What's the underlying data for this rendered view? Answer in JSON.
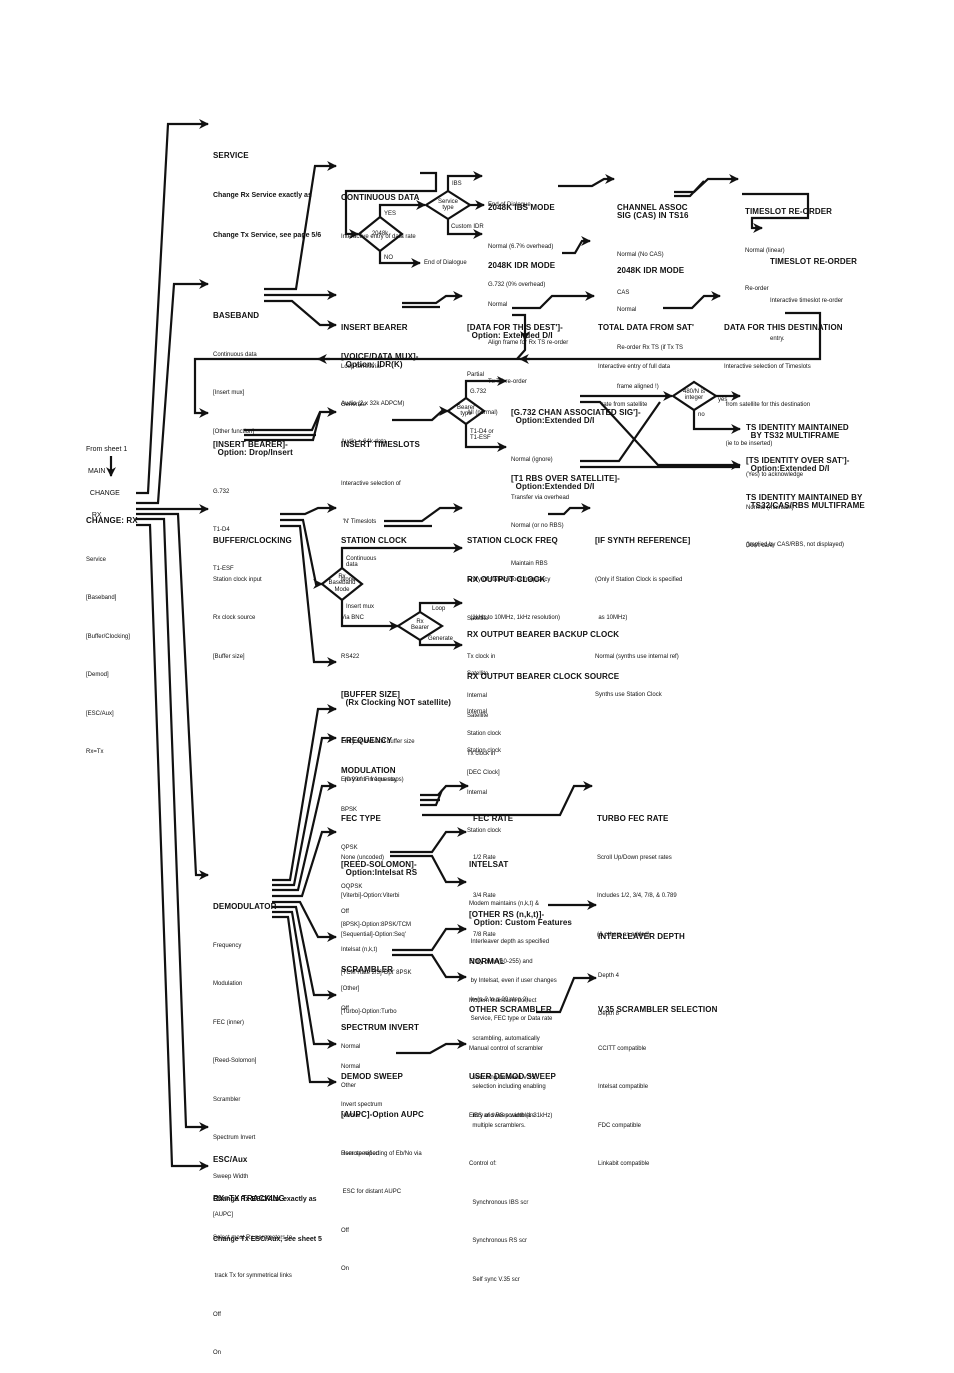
{
  "diagram": {
    "title": "CHANGE: RX menu flow",
    "entry": {
      "from_lines": [
        "From sheet 1",
        " MAIN",
        "  CHANGE",
        "   RX"
      ]
    },
    "nodes": {
      "change_rx": {
        "title": "CHANGE: RX",
        "items": [
          "Service",
          "[Baseband]",
          "[Buffer/Clocking]",
          "[Demod]",
          "[ESC/Aux]",
          "Rx=Tx"
        ]
      },
      "service": {
        "title": "SERVICE",
        "bold_lines": [
          "Change Rx Service exactly as",
          "Change Tx Service, see page 5/6"
        ]
      },
      "continuous_data": {
        "title": "CONTINUOUS DATA",
        "items": [
          "Interactive entry of data rate"
        ]
      },
      "ibs_mode": {
        "title": "2048K IBS MODE",
        "items": [
          "Normal (6.7% overhead)",
          "G.732 (0% overhead)"
        ]
      },
      "cas_ts16": {
        "title": "CHANNEL ASSOC\nSIG (CAS) IN TS16",
        "items": [
          "Normal (No CAS)",
          "CAS"
        ]
      },
      "ts_reorder_1": {
        "title": "TIMESLOT RE-ORDER",
        "items": [
          "Normal (linear)",
          "Re-order"
        ]
      },
      "ts_reorder_2": {
        "title": "TIMESLOT RE-ORDER",
        "items": [
          "Interactive timeslot re-order",
          "entry."
        ]
      },
      "idr_mode_1": {
        "title": "2048K IDR MODE",
        "items": [
          "Normal",
          "Align frame for Rx TS re-order",
          "Tx TS re-order"
        ]
      },
      "idr_mode_2": {
        "title": "2048K IDR MODE",
        "items": [
          "Normal",
          "Re-order Rx TS (if Tx TS",
          "frame aligned !)"
        ]
      },
      "end_dialogue_1": {
        "text": "End of Dialogue"
      },
      "end_dialogue_2": {
        "text": "End of Dialogue"
      },
      "baseband": {
        "title": "BASEBAND",
        "items": [
          "Continuous data",
          "[Insert mux]",
          "[Other function]"
        ]
      },
      "insert_bearer_1": {
        "title": "INSERT BEARER",
        "items": [
          "Loop terrestrial",
          "Generate"
        ]
      },
      "data_this_dest": {
        "title": "[DATA FOR THIS DEST']-\n  Option: Extended D/I",
        "items": [
          "Partial",
          "All (normal)"
        ]
      },
      "total_data_sat": {
        "title": "TOTAL DATA FROM SAT'",
        "items": [
          "Interactive entry of full data",
          "  rate from satellite"
        ]
      },
      "data_for_dest": {
        "title": "DATA FOR THIS DESTINATION",
        "items": [
          "Interactive selection of Timeslots",
          " from satellite for this destination",
          " (ie to be inserted)"
        ]
      },
      "voice_data_mux": {
        "title": "[VOICE/DATA MUX]-\n  Option: IDR(K)",
        "items": [
          "Audio (2 x 32k ADPCM)",
          "Audio + 64k data"
        ]
      },
      "insert_bearer_2": {
        "title": "[INSERT BEARER]-\n  Option: Drop/Insert",
        "items": [
          "G.732",
          "T1-D4",
          "T1-ESF"
        ]
      },
      "insert_timeslots": {
        "title": "INSERT TIMESLOTS",
        "items": [
          "Interactive selection of",
          " 'N' Timeslots"
        ]
      },
      "g732_cas": {
        "title": "[G.732 CHAN ASSOCIATED SIG']-\n  Option:Extended D/I",
        "items": [
          "Normal (ignore)",
          "Transfer via overhead"
        ]
      },
      "t1_rbs": {
        "title": "[T1 RBS OVER SATELLITE]-\n  Option:Extended D/I",
        "items": [
          "Normal (or no RBS)",
          "Maintain RBS"
        ]
      },
      "ts_id_ts32": {
        "title": "TS IDENTITY MAINTAINED\n  BY TS32 MULTIFRAME",
        "items": [
          "(Yes) to acknowledge"
        ]
      },
      "ts_id_over_sat": {
        "title": "[TS IDENTITY OVER SAT']-\n  Option:Extended D/I",
        "items": [
          "Normal (maintain)",
          "Don't care"
        ]
      },
      "ts_id_cas_rbs": {
        "title": "TS IDENTITY MAINTAINED BY\n  TS32/CAS/RBS MULTIFRAME",
        "items": [
          "(Implied by CAS/RBS, not displayed)"
        ]
      },
      "buffer_clocking": {
        "title": "BUFFER/CLOCKING",
        "items": [
          "Station clock input",
          "Rx clock source",
          "[Buffer size]"
        ]
      },
      "station_clock": {
        "title": "STATION CLOCK",
        "items": [
          "None",
          "Via BNC",
          "RS422"
        ]
      },
      "station_clock_freq": {
        "title": "STATION CLOCK FREQ",
        "items": [
          "Entry of station clock frequency",
          "  (1kHz to 10MHz, 1kHz resolution)"
        ]
      },
      "if_synth_ref": {
        "title": "[IF SYNTH REFERENCE]",
        "items": [
          "(Only if Station Clock is specified",
          "  as 10MHz)",
          "Normal (synths use internal ref)",
          "Synths use Station Clock"
        ]
      },
      "rx_output_clock": {
        "title": "RX OUTPUT CLOCK",
        "items": [
          "Satellite",
          "Tx clock in",
          "Internal",
          "Station clock",
          "[DEC Clock]"
        ]
      },
      "rx_bearer_backup": {
        "title": "RX OUTPUT BEARER BACKUP CLOCK",
        "items": [
          "Satellite",
          "Internal",
          "Station clock"
        ]
      },
      "rx_bearer_source": {
        "title": "RX OUTPUT BEARER CLOCK SOURCE",
        "items": [
          "Satellite",
          "Tx clock in",
          "Internal",
          "Station clock"
        ]
      },
      "buffer_size": {
        "title": "[BUFFER SIZE]\n  (Rx Clocking NOT satellite)",
        "items": [
          "Entry of end-end buffer size",
          "  (0-99ms in 1ms steps)"
        ]
      },
      "frequency": {
        "title": "FREQUENCY",
        "items": [
          "Entry of IF frequency"
        ]
      },
      "modulation": {
        "title": "MODULATION",
        "items": [
          "BPSK",
          "QPSK",
          "OQPSK",
          "[8PSK]-Option:8PSK/TCM"
        ]
      },
      "fec_type": {
        "title": "FEC TYPE",
        "items": [
          "None (uncoded)",
          "[Viterbi]-Option:Viterbi",
          "[Sequential]-Option:Seq'",
          "[TCM Rate 2/3]-Opt' 8PSK",
          "[Turbo]-Option:Turbo"
        ]
      },
      "fec_rate": {
        "title": "FEC RATE",
        "items": [
          "1/2 Rate",
          "3/4 Rate",
          "7/8 Rate"
        ]
      },
      "turbo_fec_rate": {
        "title": "TURBO FEC RATE",
        "items": [
          "Scroll Up/Down preset rates",
          "Includes 1/2, 3/4, 7/8, & 0.789",
          "(& others as added)"
        ]
      },
      "reed_solomon": {
        "title": "[REED-SOLOMON]-\n  Option:Intelsat RS",
        "items": [
          "Off",
          "Intelsat (n,k,t)",
          "[Other]"
        ]
      },
      "intelsat": {
        "title": "INTELSAT",
        "items": [
          "Modem maintains (n,k,t) &",
          " Interleaver depth as specified",
          " by Intelsat, even if user changes",
          " Service, FEC type or Data rate"
        ]
      },
      "other_rs": {
        "title": "[OTHER RS (n,k,t)]-\n  Option: Custom Features",
        "items": [
          "Entry of n=(60-255) and",
          " k=(n-2 to n-20 step 2)"
        ]
      },
      "interleaver_depth": {
        "title": "INTERLEAVER DEPTH",
        "items": [
          "Depth 4",
          "Depth 8"
        ]
      },
      "demodulator": {
        "title": "DEMODULATOR",
        "items": [
          "Frequency",
          "Modulation",
          "FEC (inner)",
          "[Reed-Solomon]",
          "Scrambler",
          "Spectrum Invert",
          "Sweep Width",
          "[AUPC]"
        ]
      },
      "scrambler": {
        "title": "SCRAMBLER",
        "items": [
          "Off",
          "Normal",
          "Other"
        ]
      },
      "normal_scr": {
        "title": "NORMAL",
        "items": [
          "Modem maintains correct",
          "  scrambling, automatically",
          "  switching between V.35,",
          "  IBS and RS scramblers"
        ]
      },
      "other_scrambler": {
        "title": "OTHER SCRAMBLER",
        "items": [
          "Manual control of scrambler",
          "  selection including enabling",
          "  multiple scramblers.",
          "Control of:",
          "  Synchronous IBS scr",
          "  Synchronous RS scr",
          "  Self sync V.35 scr"
        ]
      },
      "v35_selection": {
        "title": "V.35 SCRAMBLER SELECTION",
        "items": [
          "CCITT compatible",
          "Intelsat compatible",
          "FDC compatible",
          "Linkabit compatible"
        ]
      },
      "spectrum_invert": {
        "title": "SPECTRUM INVERT",
        "items": [
          "Normal",
          "Invert spectrum"
        ]
      },
      "demod_sweep": {
        "title": "DEMOD SWEEP",
        "items": [
          "Normal",
          "User specified"
        ]
      },
      "user_demod_sweep": {
        "title": "USER DEMOD SWEEP",
        "items": [
          "Entry of sweep width (1-31kHz)"
        ]
      },
      "aupc": {
        "title": "[AUPC]-Option AUPC",
        "items": [
          "Remote reporting of Eb/No via",
          " ESC for distant AUPC",
          "Off",
          "On"
        ]
      },
      "esc_aux": {
        "title": "ESC/Aux",
        "bold_lines": [
          "Change Rx ESC/Aux exactly as",
          "Change Tx ESC/Aux, see sheet 5"
        ]
      },
      "rx_tx_tracking": {
        "title": "RX=TX TRACKING",
        "items": [
          "Select most Rx parameters to",
          " track Tx for symmetrical links",
          "Off",
          "On"
        ]
      }
    },
    "decisions": {
      "d2048k": {
        "label": "2048k",
        "yes": "YES",
        "no": "NO"
      },
      "service_type": {
        "label": "Service\ntype",
        "ibs": "IBS",
        "custom": "Custom IDR"
      },
      "bearer_type": {
        "label": "Bearer\ntype",
        "g732": "G.732",
        "t1": "T1-D4 or\nT1-ESF"
      },
      "integer_480": {
        "label": "480/N is\ninteger",
        "yes": "yes",
        "no": "no"
      },
      "rx_baseband_mode": {
        "label": "Rx\nBaseband\nMode",
        "cont": "Continuous\ndata",
        "insert": "Insert mux"
      },
      "rx_bearer": {
        "label": "Rx\nBearer",
        "loop": "Loop",
        "generate": "Generate"
      }
    }
  }
}
